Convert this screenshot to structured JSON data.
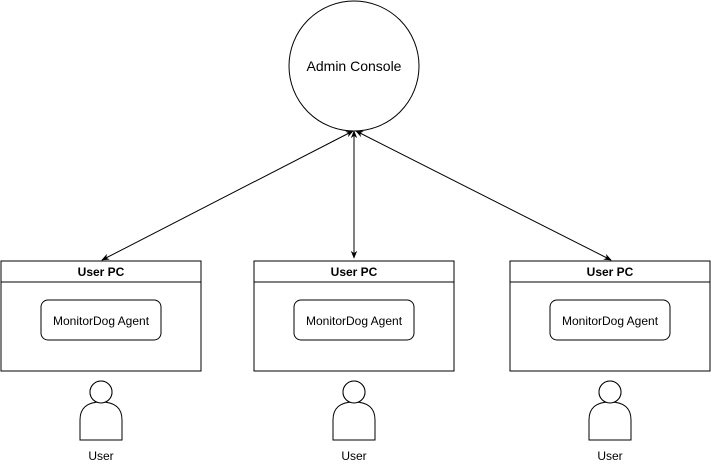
{
  "admin": {
    "label": "Admin Console"
  },
  "pcs": [
    {
      "header": "User PC",
      "agent": "MonitorDog Agent",
      "user": "User"
    },
    {
      "header": "User PC",
      "agent": "MonitorDog Agent",
      "user": "User"
    },
    {
      "header": "User PC",
      "agent": "MonitorDog Agent",
      "user": "User"
    }
  ],
  "colors": {
    "stroke": "#000000",
    "fill": "#ffffff"
  }
}
